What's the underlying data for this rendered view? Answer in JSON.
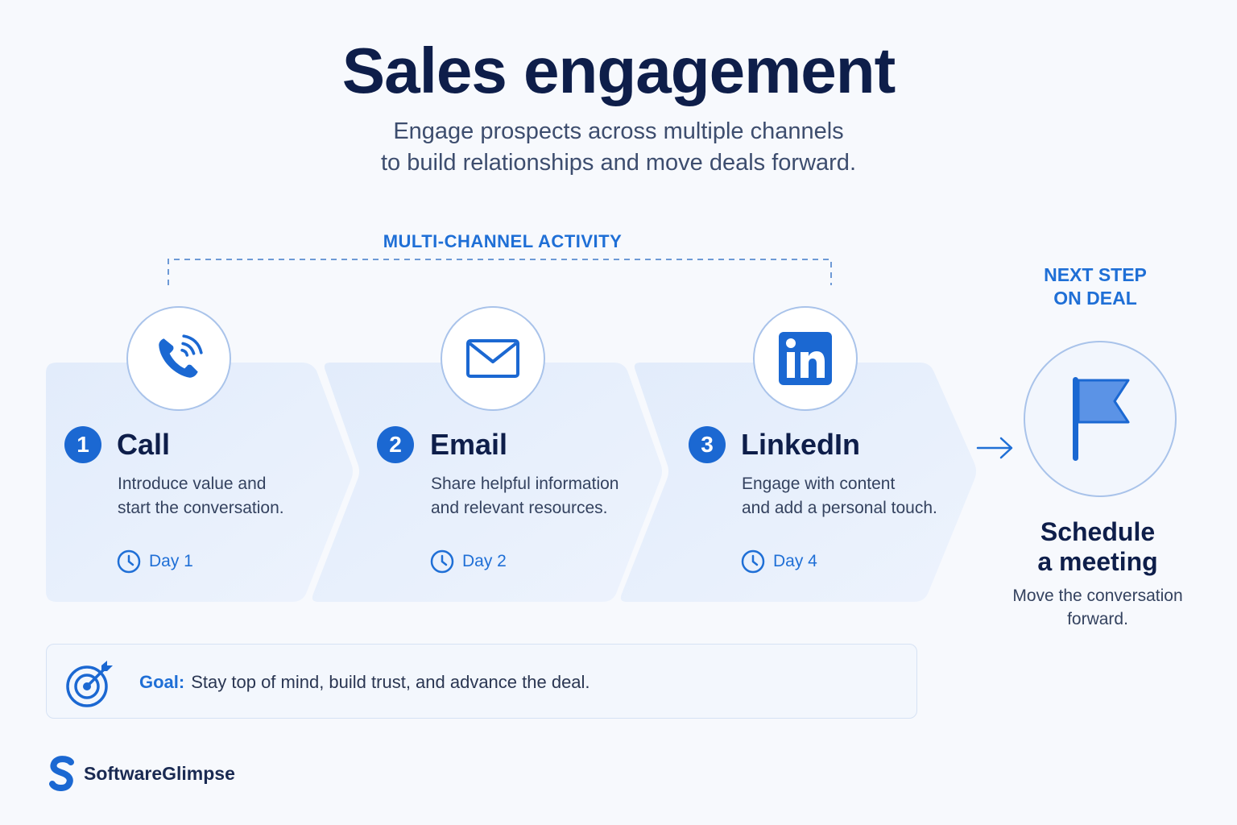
{
  "title": "Sales engagement",
  "subtitle": {
    "line1": "Engage prospects across multiple channels",
    "line2": "to build relationships and move deals forward."
  },
  "bracket_label": "MULTI-CHANNEL ACTIVITY",
  "steps": [
    {
      "number": "1",
      "title": "Call",
      "icon": "phone-icon",
      "desc_line1": "Introduce value and",
      "desc_line2": "start the conversation.",
      "day": "Day 1"
    },
    {
      "number": "2",
      "title": "Email",
      "icon": "mail-icon",
      "desc_line1": "Share helpful information",
      "desc_line2": "and relevant resources.",
      "day": "Day 2"
    },
    {
      "number": "3",
      "title": "LinkedIn",
      "icon": "linkedin-icon",
      "desc_line1": "Engage with content",
      "desc_line2": "and add a personal touch.",
      "day": "Day 4"
    }
  ],
  "next_step": {
    "label_line1": "NEXT STEP",
    "label_line2": "ON DEAL",
    "icon": "flag-icon",
    "title_line1": "Schedule",
    "title_line2": "a meeting",
    "desc_line1": "Move the conversation",
    "desc_line2": "forward."
  },
  "goal": {
    "label": "Goal:",
    "text": "Stay top of mind, build trust, and advance the deal.",
    "icon": "target-icon"
  },
  "brand": {
    "name": "SoftwareGlimpse",
    "icon": "softwareglimpse-logo"
  },
  "colors": {
    "accent": "#1b68d2",
    "title": "#0e1e4a",
    "panel": "#e6effc",
    "border": "#a9c3ea"
  }
}
